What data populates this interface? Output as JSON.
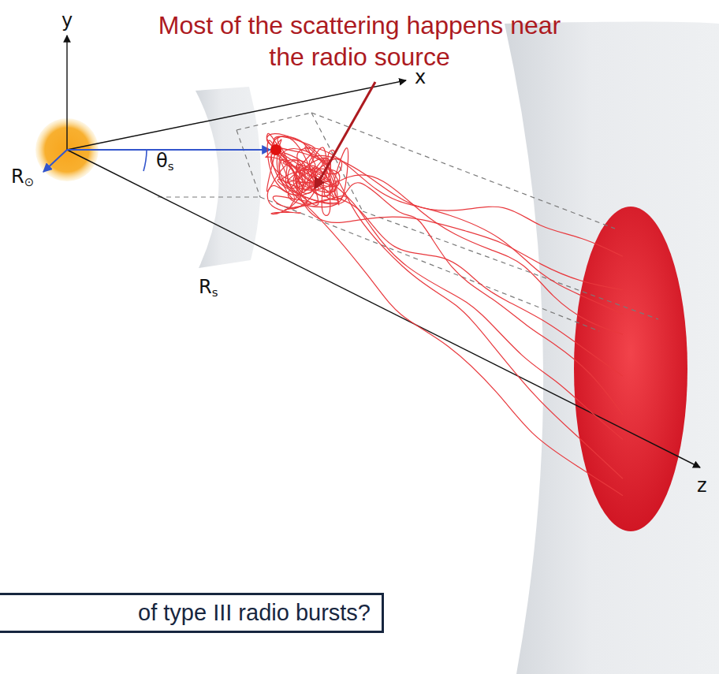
{
  "diagram": {
    "title": "Most of the scattering happens near the radio source",
    "nodes": [
      {
        "text": [
          "of type III radio bursts?"
        ]
      }
    ],
    "labels": [
      "y",
      "x",
      "z",
      "R⊙",
      "θs",
      "Rs"
    ]
  }
}
